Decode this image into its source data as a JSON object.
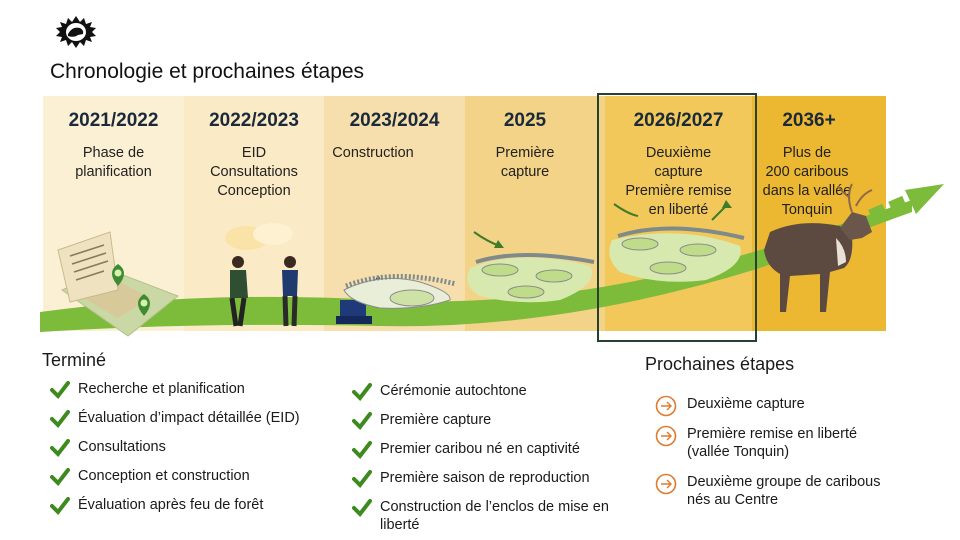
{
  "title": "Chronologie et prochaines étapes",
  "timeline": [
    {
      "year": "2021/2022",
      "desc": "Phase de\nplanification",
      "color": "#fcf0d4"
    },
    {
      "year": "2022/2023",
      "desc": "EID\nConsultations\nConception",
      "color": "#faeac5"
    },
    {
      "year": "2023/2024",
      "desc": "Construction",
      "color": "#f6dfac"
    },
    {
      "year": "2025",
      "desc": "Première\ncapture",
      "color": "#f3d387"
    },
    {
      "year": "2026/2027",
      "desc": "Deuxième\ncapture\nPremière remise\nen liberté",
      "color": "#f1c859"
    },
    {
      "year": "2036+",
      "desc": "Plus de\n200 caribous\ndans la vallée\nTonquin",
      "color": "#ecb731"
    }
  ],
  "done": {
    "title": "Terminé",
    "col1": [
      "Recherche et planification",
      "Évaluation d’impact détaillée (EID)",
      "Consultations",
      "Conception et construction",
      "Évaluation après feu de forêt"
    ],
    "col2": [
      "Cérémonie autochtone",
      "Première capture",
      "Premier caribou né en captivité",
      "Première saison de reproduction",
      "Construction de l’enclos de mise en liberté"
    ]
  },
  "next": {
    "title": "Prochaines étapes",
    "items": [
      "Deuxième capture",
      "Première remise en liberté (vallée Tonquin)",
      "Deuxième groupe de caribous nés au Centre"
    ]
  },
  "colors": {
    "check": "#3d8a1e",
    "arrow": "#e07a2e",
    "ground": "#7dbb3a",
    "highlight": "#28402f"
  }
}
